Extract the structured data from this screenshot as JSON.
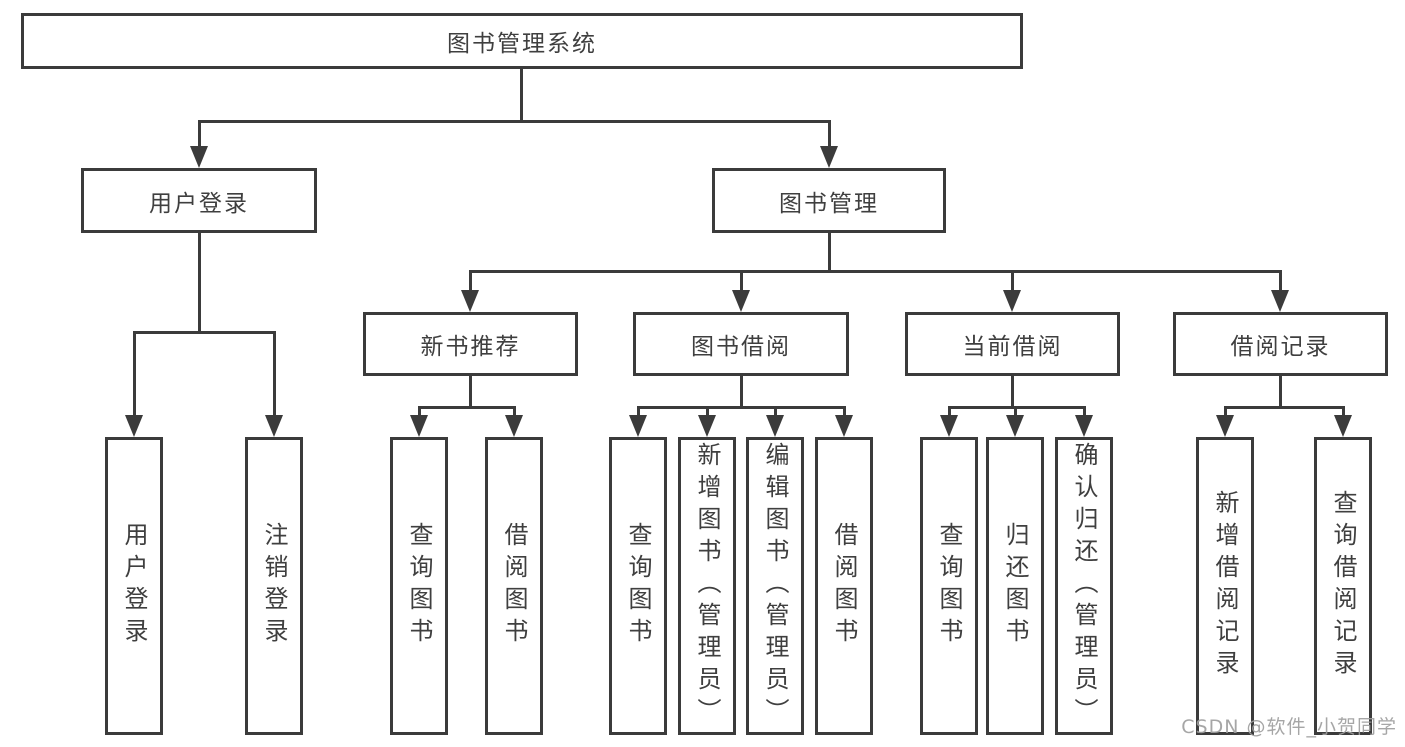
{
  "diagram": {
    "root": {
      "label": "图书管理系统"
    },
    "level2": [
      {
        "id": "user-login",
        "label": "用户登录"
      },
      {
        "id": "book-management",
        "label": "图书管理"
      }
    ],
    "level3": [
      {
        "id": "new-book-recommend",
        "label": "新书推荐"
      },
      {
        "id": "book-borrow",
        "label": "图书借阅"
      },
      {
        "id": "current-borrow",
        "label": "当前借阅"
      },
      {
        "id": "borrow-records",
        "label": "借阅记录"
      }
    ],
    "leaves": {
      "user_login": [
        {
          "label": "用户登录"
        },
        {
          "label": "注销登录"
        }
      ],
      "new_book_recommend": [
        {
          "label": "查询图书"
        },
        {
          "label": "借阅图书"
        }
      ],
      "book_borrow": [
        {
          "label": "查询图书"
        },
        {
          "label": "新增图书（管理员）"
        },
        {
          "label": "编辑图书（管理员）"
        },
        {
          "label": "借阅图书"
        }
      ],
      "current_borrow": [
        {
          "label": "查询图书"
        },
        {
          "label": "归还图书"
        },
        {
          "label": "确认归还（管理员）"
        }
      ],
      "borrow_records": [
        {
          "label": "新增借阅记录"
        },
        {
          "label": "查询借阅记录"
        }
      ]
    }
  },
  "watermark": {
    "text": "CSDN @软件_小贺同学"
  },
  "colors": {
    "line": "#3b3b3b",
    "text": "#3f3f3f",
    "background": "#ffffff",
    "watermark": "#9e9e9e"
  }
}
